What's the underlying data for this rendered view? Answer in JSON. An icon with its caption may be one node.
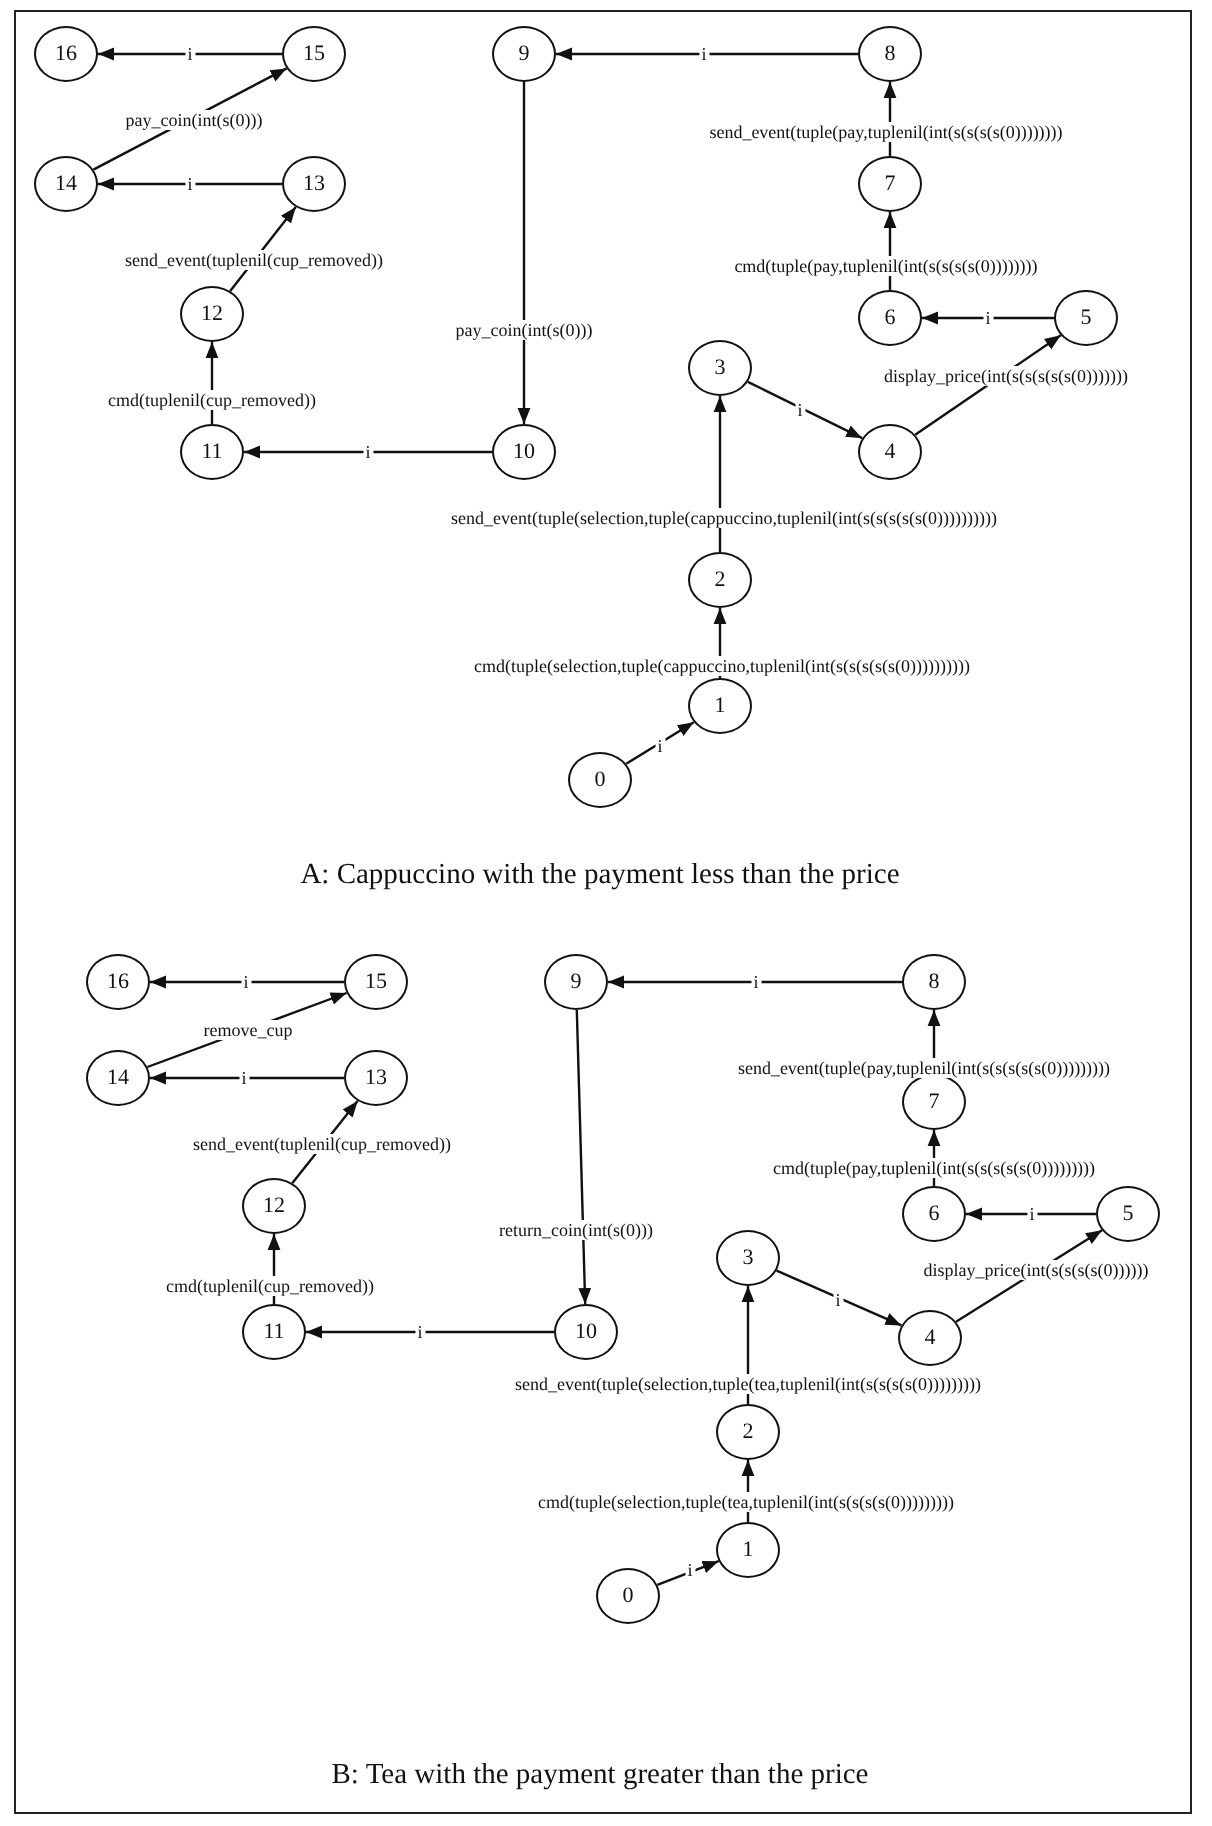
{
  "diagram": {
    "nodes": [
      {
        "text": [
          "0"
        ]
      },
      {
        "text": [
          "1"
        ]
      },
      {
        "text": [
          "2"
        ]
      },
      {
        "text": [
          "3"
        ]
      },
      {
        "text": [
          "4"
        ]
      },
      {
        "text": [
          "5"
        ]
      },
      {
        "text": [
          "6"
        ]
      },
      {
        "text": [
          "7"
        ]
      },
      {
        "text": [
          "8"
        ]
      },
      {
        "text": [
          "9"
        ]
      },
      {
        "text": [
          "10"
        ]
      },
      {
        "text": [
          "11"
        ]
      },
      {
        "text": [
          "12"
        ]
      },
      {
        "text": [
          "13"
        ]
      },
      {
        "text": [
          "14"
        ]
      },
      {
        "text": [
          "15"
        ]
      },
      {
        "text": [
          "16"
        ]
      },
      {
        "text": [
          "0"
        ]
      },
      {
        "text": [
          "1"
        ]
      },
      {
        "text": [
          "2"
        ]
      },
      {
        "text": [
          "3"
        ]
      },
      {
        "text": [
          "4"
        ]
      },
      {
        "text": [
          "5"
        ]
      },
      {
        "text": [
          "6"
        ]
      },
      {
        "text": [
          "7"
        ]
      },
      {
        "text": [
          "8"
        ]
      },
      {
        "text": [
          "9"
        ]
      },
      {
        "text": [
          "10"
        ]
      },
      {
        "text": [
          "11"
        ]
      },
      {
        "text": [
          "12"
        ]
      },
      {
        "text": [
          "13"
        ]
      },
      {
        "text": [
          "14"
        ]
      },
      {
        "text": [
          "15"
        ]
      },
      {
        "text": [
          "16"
        ]
      }
    ],
    "edges": [
      {
        "from": 0,
        "to": 1,
        "arrow": "to",
        "label": "i"
      },
      {
        "from": 1,
        "to": 2,
        "arrow": "to",
        "label": "cmd(tuple(selection,tuple(cappuccino,tuplenil(int(s(s(s(s(s(0))))))))))"
      },
      {
        "from": 2,
        "to": 3,
        "arrow": "to",
        "label": "send_event(tuple(selection,tuple(cappuccino,tuplenil(int(s(s(s(s(s(0))))))))))"
      },
      {
        "from": 3,
        "to": 4,
        "arrow": "to",
        "label": "i"
      },
      {
        "from": 4,
        "to": 5,
        "arrow": "to",
        "label": "display_price(int(s(s(s(s(s(0)))))))"
      },
      {
        "from": 5,
        "to": 6,
        "arrow": "to",
        "label": "i"
      },
      {
        "from": 6,
        "to": 7,
        "arrow": "to",
        "label": "cmd(tuple(pay,tuplenil(int(s(s(s(s(0))))))))"
      },
      {
        "from": 7,
        "to": 8,
        "arrow": "to",
        "label": "send_event(tuple(pay,tuplenil(int(s(s(s(s(0))))))))"
      },
      {
        "from": 8,
        "to": 9,
        "arrow": "to",
        "label": "i"
      },
      {
        "from": 9,
        "to": 10,
        "arrow": "to",
        "label": "pay_coin(int(s(0)))"
      },
      {
        "from": 10,
        "to": 11,
        "arrow": "to",
        "label": "i"
      },
      {
        "from": 11,
        "to": 12,
        "arrow": "to",
        "label": "cmd(tuplenil(cup_removed))"
      },
      {
        "from": 12,
        "to": 13,
        "arrow": "to",
        "label": "send_event(tuplenil(cup_removed))"
      },
      {
        "from": 13,
        "to": 14,
        "arrow": "to",
        "label": "i"
      },
      {
        "from": 14,
        "to": 15,
        "arrow": "to",
        "label": "pay_coin(int(s(0)))"
      },
      {
        "from": 15,
        "to": 16,
        "arrow": "to",
        "label": "i"
      },
      {
        "from": 17,
        "to": 18,
        "arrow": "to",
        "label": "i"
      },
      {
        "from": 18,
        "to": 19,
        "arrow": "to",
        "label": "cmd(tuple(selection,tuple(tea,tuplenil(int(s(s(s(s(0)))))))))"
      },
      {
        "from": 19,
        "to": 20,
        "arrow": "to",
        "label": "send_event(tuple(selection,tuple(tea,tuplenil(int(s(s(s(s(0)))))))))"
      },
      {
        "from": 20,
        "to": 21,
        "arrow": "to",
        "label": "i"
      },
      {
        "from": 21,
        "to": 22,
        "arrow": "to",
        "label": "display_price(int(s(s(s(s(0))))))"
      },
      {
        "from": 22,
        "to": 23,
        "arrow": "to",
        "label": "i"
      },
      {
        "from": 23,
        "to": 24,
        "arrow": "to",
        "label": "cmd(tuple(pay,tuplenil(int(s(s(s(s(s(0)))))))))"
      },
      {
        "from": 24,
        "to": 25,
        "arrow": "to",
        "label": "send_event(tuple(pay,tuplenil(int(s(s(s(s(s(0)))))))))"
      },
      {
        "from": 25,
        "to": 26,
        "arrow": "to",
        "label": "i"
      },
      {
        "from": 26,
        "to": 27,
        "arrow": "to",
        "label": "return_coin(int(s(0)))"
      },
      {
        "from": 27,
        "to": 28,
        "arrow": "to",
        "label": "i"
      },
      {
        "from": 28,
        "to": 29,
        "arrow": "to",
        "label": "cmd(tuplenil(cup_removed))"
      },
      {
        "from": 29,
        "to": 30,
        "arrow": "to",
        "label": "send_event(tuplenil(cup_removed))"
      },
      {
        "from": 30,
        "to": 31,
        "arrow": "to",
        "label": "i"
      },
      {
        "from": 31,
        "to": 32,
        "arrow": "to",
        "label": "remove_cup"
      },
      {
        "from": 32,
        "to": 33,
        "arrow": "to",
        "label": "i"
      }
    ],
    "labels": [
      "A: Cappuccino with the payment less than the price",
      "B: Tea with the payment greater than the price"
    ]
  }
}
